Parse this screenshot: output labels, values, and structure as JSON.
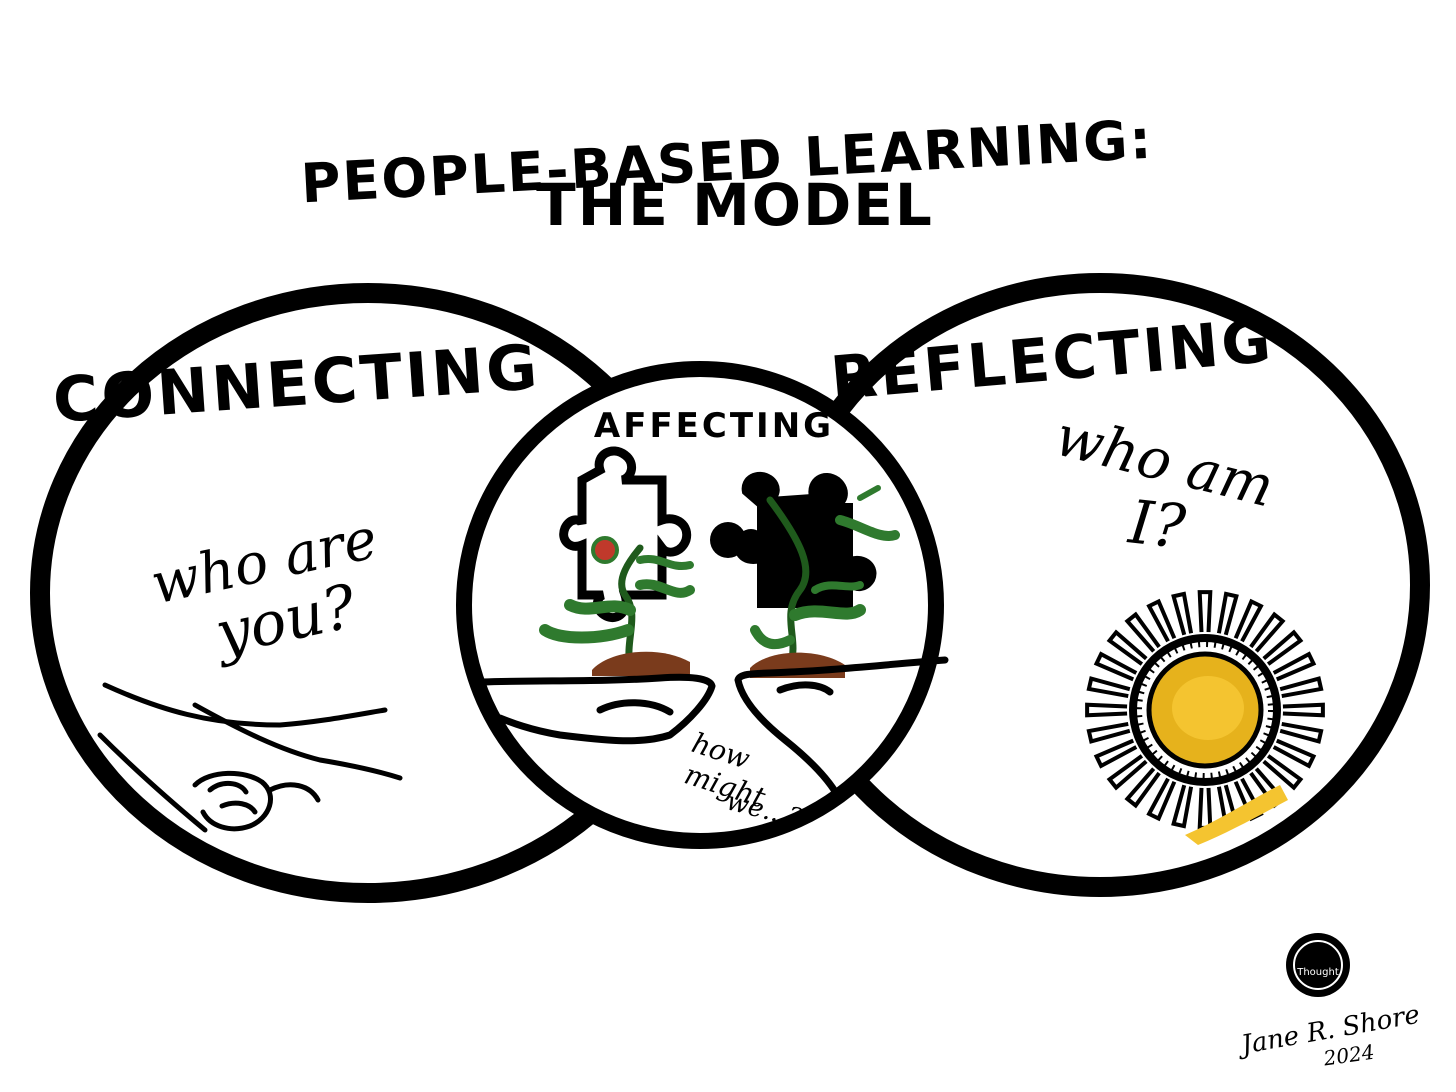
{
  "title": {
    "line1": "PEOPLE-BASED LEARNING:",
    "line2": "THE MODEL"
  },
  "circles": {
    "left": {
      "heading": "CONNECTING",
      "question_line1": "who are",
      "question_line2": "you?"
    },
    "center": {
      "heading": "AFFECTING",
      "question_line1": "how",
      "question_line2": "might",
      "question_line3": "we...?"
    },
    "right": {
      "heading": "REFLECTING",
      "question_line1": "who am",
      "question_line2": "I?"
    }
  },
  "signature": {
    "name": "Jane R. Shore",
    "year": "2024"
  },
  "logo": {
    "text": "Thought"
  },
  "colors": {
    "outline": "#000000",
    "plant_leaf": "#2f7a2e",
    "soil": "#7a3b1c",
    "sun_core": "#e6b21c",
    "sun_center": "#f4c430"
  }
}
